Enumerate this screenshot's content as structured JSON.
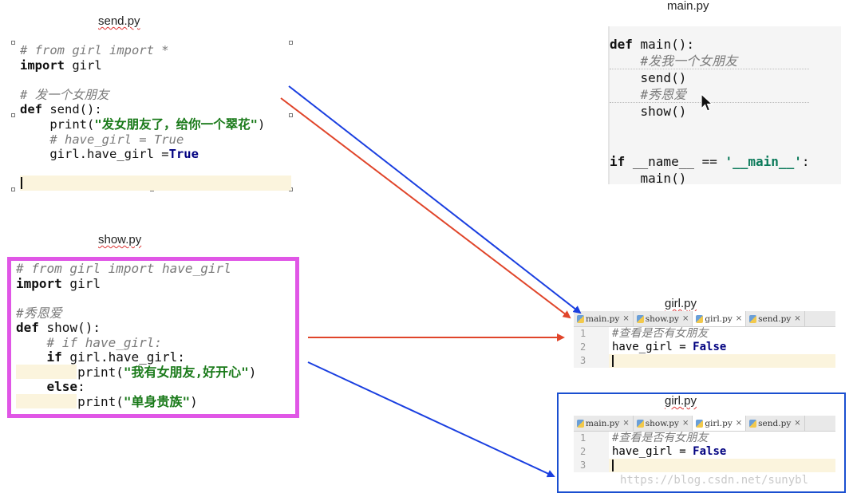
{
  "captions": {
    "send": "send.py",
    "main": "main.py",
    "show": "show.py",
    "girl_top": "girl.py",
    "girl_bottom": "girl.py"
  },
  "send_py": {
    "lines": [
      {
        "cls": "cmt",
        "text": "# from girl import *"
      },
      {
        "parts": [
          {
            "cls": "kw-plain",
            "text": "import"
          },
          {
            "cls": "",
            "text": " girl"
          }
        ]
      },
      {
        "text": ""
      },
      {
        "cls": "cmt",
        "text": "# 发一个女朋友"
      },
      {
        "parts": [
          {
            "cls": "kw-plain",
            "text": "def"
          },
          {
            "cls": "",
            "text": " send():"
          }
        ]
      },
      {
        "parts": [
          {
            "cls": "",
            "text": "    print("
          },
          {
            "cls": "str",
            "text": "\"发女朋友了，给你一个翠花\""
          },
          {
            "cls": "",
            "text": ")"
          }
        ]
      },
      {
        "cls": "cmt",
        "text": "    # have_girl = True"
      },
      {
        "parts": [
          {
            "cls": "",
            "text": "    girl.have_girl ="
          },
          {
            "cls": "kw",
            "text": "True"
          }
        ]
      }
    ]
  },
  "main_py": {
    "lines": [
      {
        "parts": [
          {
            "cls": "kw-plain",
            "text": "def"
          },
          {
            "cls": "",
            "text": " main():"
          }
        ]
      },
      {
        "cls": "cmt",
        "text": "    #发我一个女朋友"
      },
      {
        "text": "    send()"
      },
      {
        "cls": "cmt",
        "text": "    #秀恩爱"
      },
      {
        "text": "    show()"
      },
      {
        "text": ""
      },
      {
        "text": ""
      },
      {
        "parts": [
          {
            "cls": "kw-plain",
            "text": "if"
          },
          {
            "cls": "",
            "text": " __name__ == "
          },
          {
            "cls": "dstr",
            "text": "'__main__'"
          },
          {
            "cls": "",
            "text": ":"
          }
        ]
      },
      {
        "text": "    main()"
      }
    ]
  },
  "show_py": {
    "lines": [
      {
        "cls": "cmt",
        "text": "# from girl import have_girl"
      },
      {
        "parts": [
          {
            "cls": "kw-plain",
            "text": "import"
          },
          {
            "cls": "",
            "text": " girl"
          }
        ]
      },
      {
        "text": ""
      },
      {
        "cls": "cmt",
        "text": "#秀恩爱"
      },
      {
        "parts": [
          {
            "cls": "kw-plain",
            "text": "def"
          },
          {
            "cls": "",
            "text": " show():"
          }
        ]
      },
      {
        "cls": "cmt",
        "text": "    # if have_girl:"
      },
      {
        "parts": [
          {
            "cls": "kw-plain",
            "text": "    if"
          },
          {
            "cls": "",
            "text": " girl.have_girl:"
          }
        ]
      },
      {
        "parts": [
          {
            "cls": "",
            "text": "        print("
          },
          {
            "cls": "str",
            "text": "\"我有女朋友,好开心\""
          },
          {
            "cls": "",
            "text": ")"
          }
        ]
      },
      {
        "parts": [
          {
            "cls": "kw-plain",
            "text": "    else"
          },
          {
            "cls": "",
            "text": ":"
          }
        ]
      },
      {
        "parts": [
          {
            "cls": "",
            "text": "        print("
          },
          {
            "cls": "str",
            "text": "\"单身贵族\""
          },
          {
            "cls": "",
            "text": ")"
          }
        ]
      }
    ]
  },
  "girl_editor": {
    "tabs": [
      {
        "label": "main.py",
        "close": "×",
        "active": false
      },
      {
        "label": "show.py",
        "close": "×",
        "active": false
      },
      {
        "label": "girl.py",
        "close": "×",
        "active": true
      },
      {
        "label": "send.py",
        "close": "×",
        "active": false
      }
    ],
    "rows": [
      {
        "num": "1",
        "parts": [
          {
            "cls": "cmt",
            "text": "#查看是否有女朋友"
          }
        ]
      },
      {
        "num": "2",
        "parts": [
          {
            "cls": "",
            "text": "have_girl = "
          },
          {
            "cls": "kw",
            "text": "False"
          }
        ]
      },
      {
        "num": "3",
        "parts": []
      }
    ]
  },
  "watermark": "https://blog.csdn.net/sunybl",
  "colors": {
    "show_frame": "#e056e6",
    "girl_frame": "#1a4fd0",
    "arrow_blue": "#1a3fe0",
    "arrow_red": "#e0452a"
  }
}
